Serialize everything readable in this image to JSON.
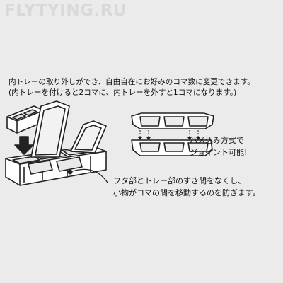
{
  "watermark": "FLYTYING.RU",
  "intro": {
    "line1": "内トレーの取り外しができ、自由自在にお好みのコマ数に変更できます。",
    "line2": "(内トレーを付けると2コマに、内トレーを外すと1コマになります。)"
  },
  "joint_note": {
    "line1": "ハメ込み方式で",
    "line2": "ジョイント可能!"
  },
  "gap_note": {
    "line1": "フタ部とトレー部のすき間をなくし、",
    "line2": "小物がコマの間を移動するのを防ぎます。"
  }
}
